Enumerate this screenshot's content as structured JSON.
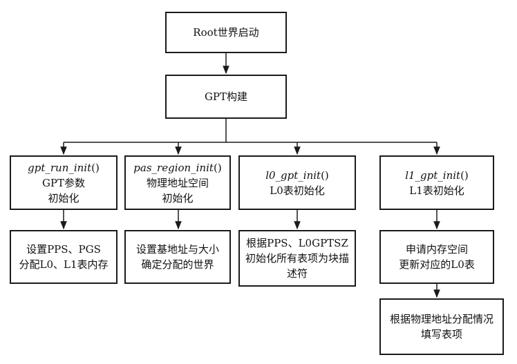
{
  "colors": {
    "stroke": "#1a1a1a",
    "background": "#ffffff"
  },
  "nodes": {
    "root": {
      "text": "Root世界启动"
    },
    "gpt_build": {
      "text": "GPT构建"
    },
    "gpt_run_init": {
      "fn": "gpt_run_init",
      "paren": "()",
      "line2": "GPT参数",
      "line3": "初始化"
    },
    "pas_region_init": {
      "fn": "pas_region_init",
      "paren": "()",
      "line2": "物理地址空间",
      "line3": "初始化"
    },
    "l0_gpt_init": {
      "fn": "l0_gpt_init",
      "paren": "()",
      "line2": "L0表初始化"
    },
    "l1_gpt_init": {
      "fn": "l1_gpt_init",
      "paren": "()",
      "line2": "L1表初始化"
    },
    "set_pps_pgs": {
      "line1": "设置PPS、PGS",
      "line2": "分配L0、L1表内存"
    },
    "set_base": {
      "line1": "设置基地址与大小",
      "line2": "确定分配的世界"
    },
    "init_l0": {
      "line1": "根据PPS、L0GPTSZ",
      "line2": "初始化所有表项为块描",
      "line3": "述符"
    },
    "alloc_mem": {
      "line1": "申请内存空间",
      "line2": "更新对应的L0表"
    },
    "fill_entries": {
      "line1": "根据物理地址分配情况",
      "line2": "填写表项"
    }
  }
}
